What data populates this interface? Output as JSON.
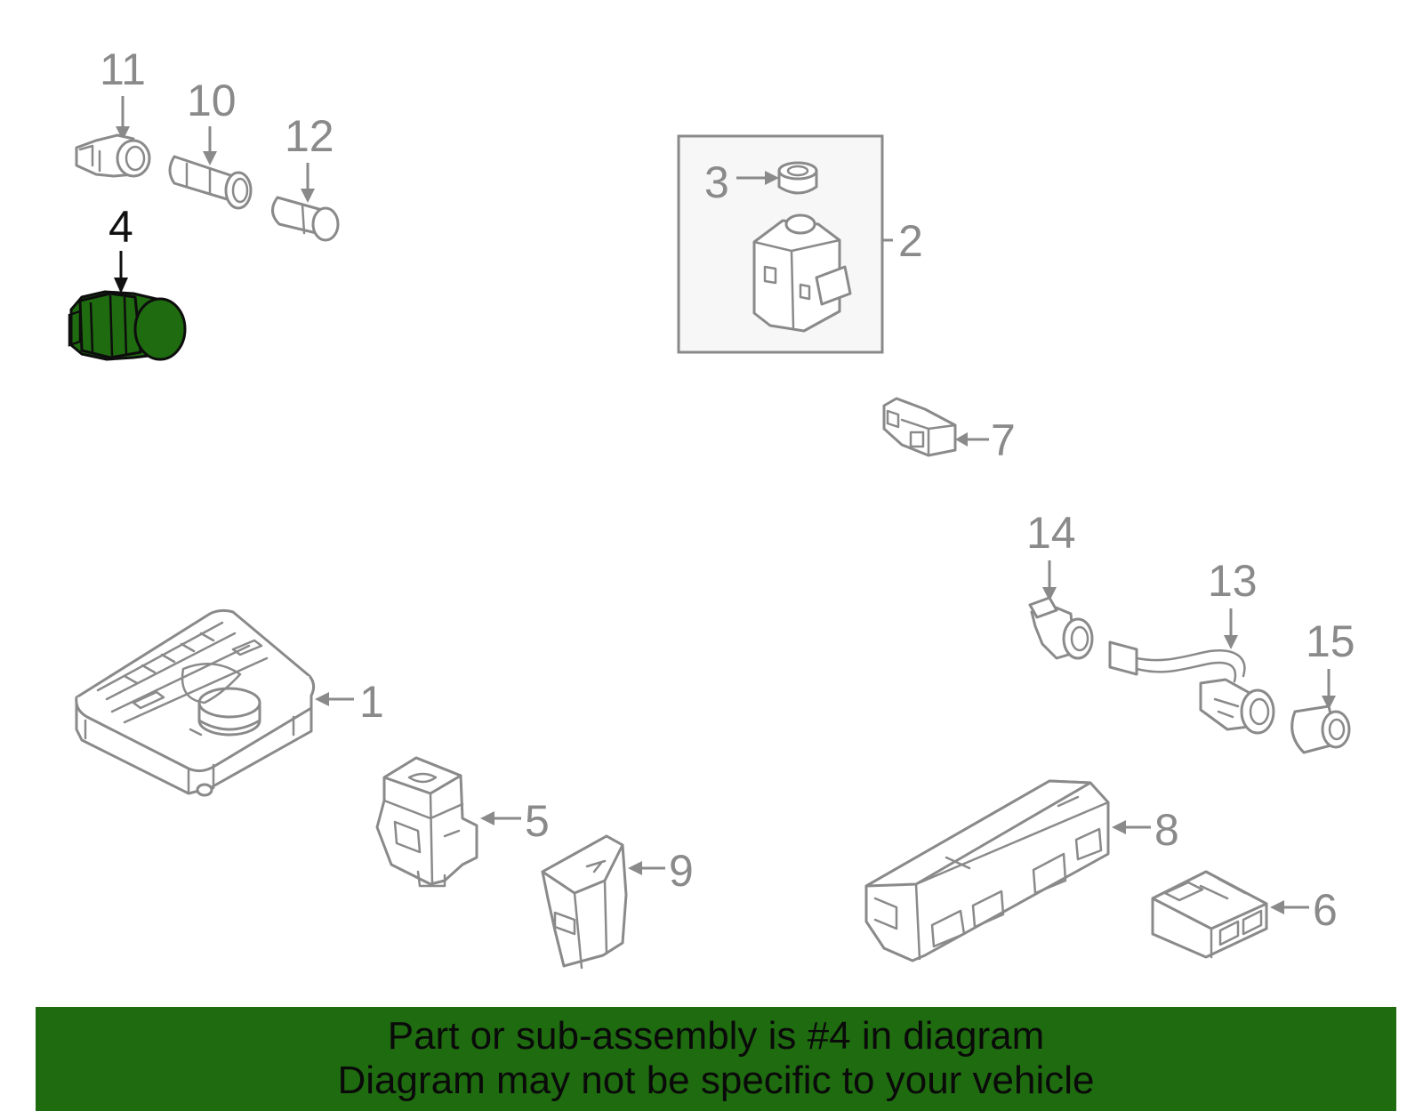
{
  "callouts": {
    "c1": "1",
    "c2": "2",
    "c3": "3",
    "c4": "4",
    "c5": "5",
    "c6": "6",
    "c7": "7",
    "c8": "8",
    "c9": "9",
    "c10": "10",
    "c11": "11",
    "c12": "12",
    "c13": "13",
    "c14": "14",
    "c15": "15"
  },
  "highlighted_part": "4",
  "colors": {
    "highlight_fill": "#1f6b10",
    "line_art": "#8a8a8a",
    "banner_background": "#1f6b10"
  },
  "banner": {
    "line1": "Part or sub-assembly is #4 in diagram",
    "line2": "Diagram may not be specific to your vehicle"
  }
}
